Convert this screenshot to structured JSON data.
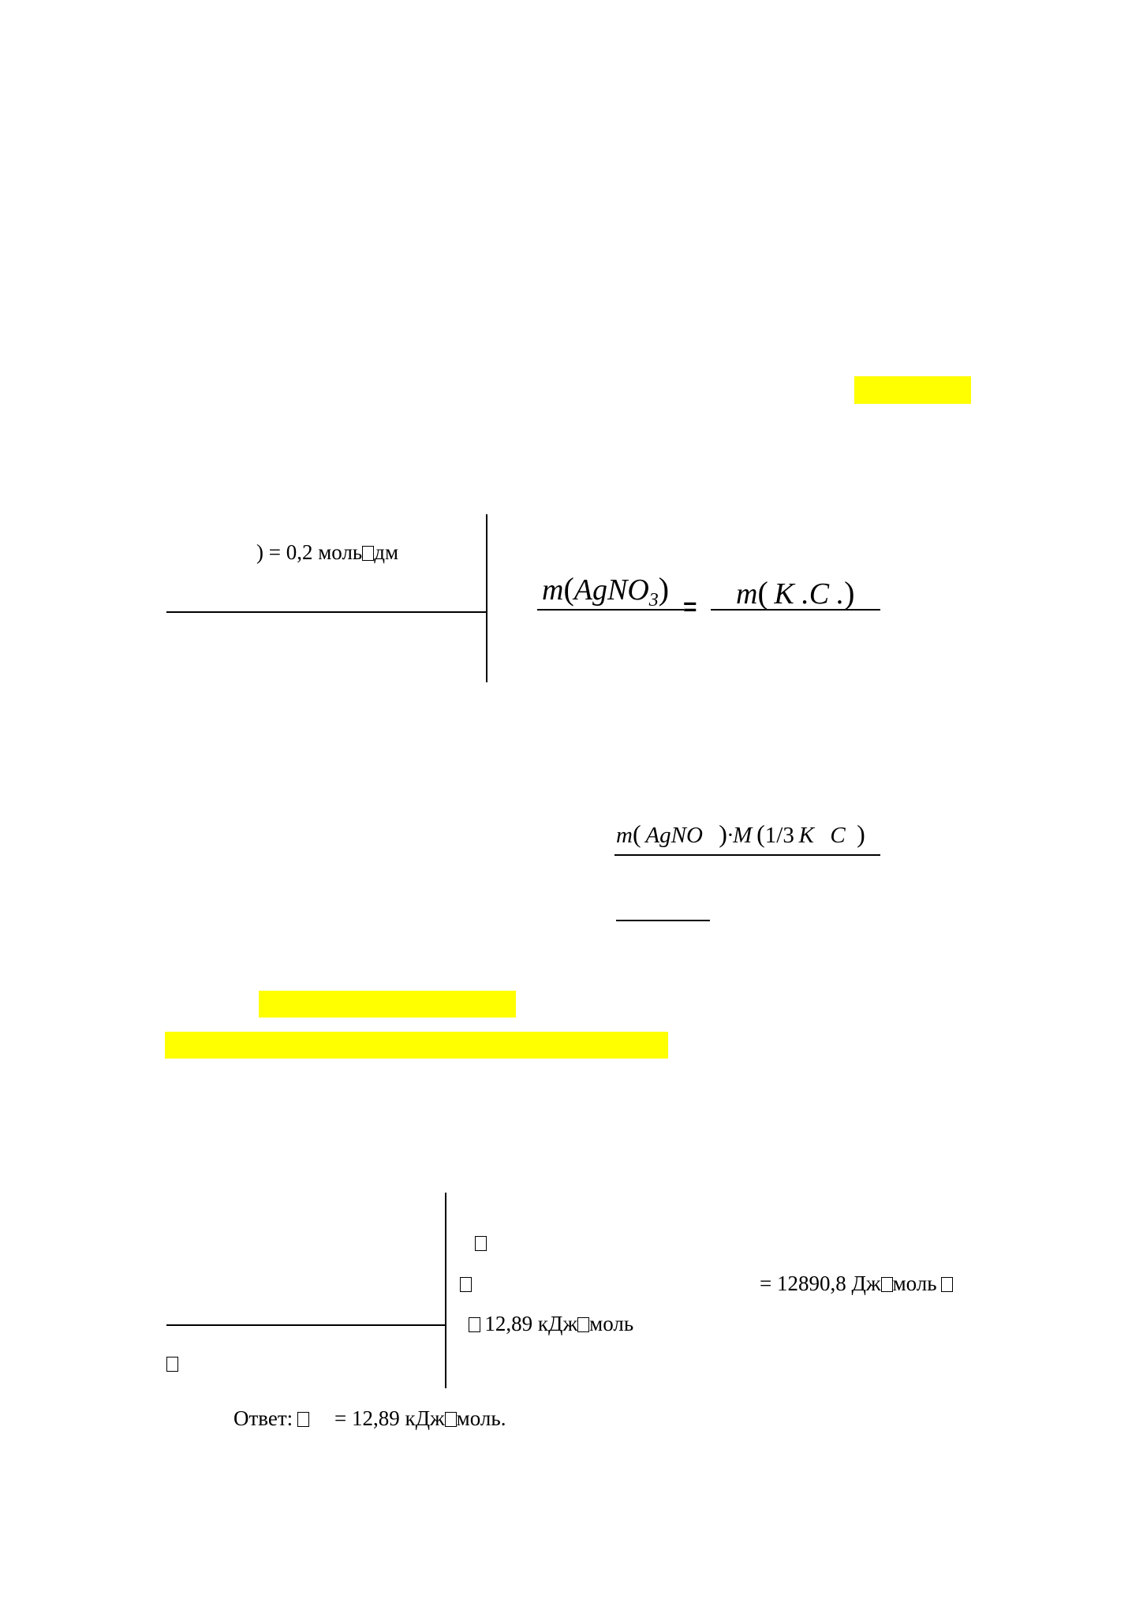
{
  "highlight_color": "#ffff00",
  "block1": {
    "given_line": ") = 0,2 моль",
    "given_unit": "дм",
    "formula_left": {
      "m": "m",
      "formula": "AgNO",
      "sub": "3"
    },
    "equals": "=",
    "formula_right": {
      "m": "m",
      "formula": "K .C .",
      "open": "(",
      "close": ")"
    }
  },
  "block2": {
    "numerator": {
      "m": "m",
      "formula": "AgNO",
      "dot_M": "·M",
      "open": "(",
      "close": ")",
      "inner": "1/3",
      "k": "K",
      "c": "C"
    }
  },
  "block3": {
    "result_line": "= 12890,8 Дж",
    "result_unit": "моль",
    "approx_line": "12,89 кДж",
    "approx_unit": "моль",
    "answer_label": "Ответ:",
    "answer_value": "= 12,89 кДж",
    "answer_unit": "моль."
  }
}
